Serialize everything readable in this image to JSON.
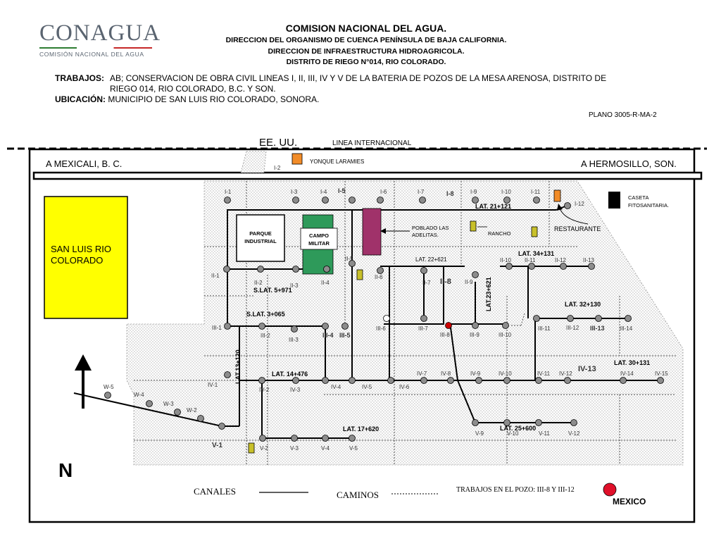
{
  "header": {
    "logo_text": "CONAGUA",
    "logo_sub": "COMISIÓN NACIONAL DEL AGUA",
    "title": "COMISION NACIONAL DEL AGUA.",
    "line2": "DIRECCION DEL ORGANISMO DE CUENCA PENÍNSULA DE BAJA CALIFORNIA.",
    "line3": "DIRECCION DE INFRAESTRUCTURA HIDROAGRICOLA.",
    "line4": "DISTRITO DE RIEGO N°014, RIO COLORADO.",
    "trabajos_label": "TRABAJOS:",
    "trabajos_text": "AB; CONSERVACION DE OBRA CIVIL LINEAS I, II, III, IV Y V DE LA BATERIA DE POZOS  DE LA MESA ARENOSA, DISTRITO DE",
    "trabajos_text2": "RIEGO 014, RIO COLORADO, B.C. Y SON.",
    "ubicacion_label": "UBICACIÓN:",
    "ubicacion_text": "MUNICIPIO DE SAN LUIS RIO COLORADO, SONORA.",
    "plano": "PLANO 3005-R-MA-2"
  },
  "map": {
    "eeuu": "EE. UU.",
    "linea_internacional": "LINEA INTERNACIONAL",
    "mexicali": "A  MEXICALI, B. C.",
    "hermosillo": "A HERMOSILLO, SON.",
    "yonque": "YONQUE  LARAMIES",
    "san_luis_1": "SAN LUIS RIO",
    "san_luis_2": "COLORADO",
    "parque_1": "PARQUE",
    "parque_2": "INDUSTRIAL",
    "campo_1": "CAMPO",
    "campo_2": "MILITAR",
    "poblado_1": "POBLADO LAS",
    "poblado_2": "ADELITAS.",
    "rancho": "RANCHO",
    "restaurante": "RESTAURANTE",
    "caseta_1": "CASETA",
    "caseta_2": "FITOSANITARIA.",
    "north": "N",
    "canales": "CANALES",
    "caminos": "CAMINOS",
    "trabajos_pozo": "TRABAJOS EN EL POZO: III-8  Y III-12",
    "mexico": "MEXICO",
    "laterals": {
      "lat_21_121": "LAT.  21+121",
      "lat_22_621": "LAT. 22+621",
      "lat_34_131": "LAT. 34+131",
      "lat_32_130": "LAT. 32+130",
      "lat_30_131": "LAT. 30+131",
      "slat_5_971": "S.LAT. 5+971",
      "slat_3_065": "S.LAT. 3+065",
      "lat_13_120": "LAT.13+120",
      "lat_14_476": "LAT. 14+476",
      "lat_17_620": "LAT. 17+620",
      "lat_25_600": "LAT. 25+600",
      "lat_23_621": "LAT.23+621"
    },
    "wells": {
      "I-1": "I-1",
      "I-2": "I-2",
      "I-3": "I-3",
      "I-4": "I-4",
      "I-5": "I-5",
      "I-6": "I-6",
      "I-7": "I-7",
      "I-8": "I-8",
      "I-9": "I-9",
      "I-10": "I-10",
      "I-11": "I-11",
      "I-12": "I-12",
      "II-1": "II-1",
      "II-2": "II-2",
      "II-3": "II-3",
      "II-4": "II-4",
      "II-5": "II-5",
      "II-6": "II-6",
      "II-7": "II-7",
      "II-8": "II-8",
      "II-9": "II-9",
      "II-10": "II-10",
      "II-11": "II-11",
      "II-12": "II-12",
      "II-13": "II-13",
      "III-1": "III-1",
      "III-2": "III-2",
      "III-3": "III-3",
      "III-4": "III-4",
      "III-5": "III-5",
      "III-6": "III-6",
      "III-7": "III-7",
      "III-8": "III-8",
      "III-9": "III-9",
      "III-10": "III-10",
      "III-11": "III-11",
      "III-12": "III-12",
      "III-13": "III-13",
      "III-14": "III-14",
      "IV-1": "IV-1",
      "IV-2": "IV-2",
      "IV-3": "IV-3",
      "IV-4": "IV-4",
      "IV-5": "IV-5",
      "IV-6": "IV-6",
      "IV-7": "IV-7",
      "IV-8": "IV-8",
      "IV-9": "IV-9",
      "IV-10": "IV-10",
      "IV-11": "IV-11",
      "IV-12": "IV-12",
      "IV-13": "IV-13",
      "IV-14": "IV-14",
      "IV-15": "IV-15",
      "V-1": "V-1",
      "V-2": "V-2",
      "V-3": "V-3",
      "V-4": "V-4",
      "V-5": "V-5",
      "V-9": "V-9",
      "V-10": "V-10",
      "V-11": "V-11",
      "V-12": "V-12",
      "W-2": "W-2",
      "W-3": "W-3",
      "W-4": "W-4",
      "W-5": "W-5"
    }
  },
  "colors": {
    "san_luis": "#ffff00",
    "campo_militar": "#2e9a5a",
    "poblado": "#a0326a",
    "yonque": "#f28c28",
    "rancho": "#c8c02a",
    "highlight_well": "#cc0000",
    "mexico_marker": "#e0102a",
    "well": "#8c8c8c",
    "dotted_area": "#e6e6e6"
  }
}
